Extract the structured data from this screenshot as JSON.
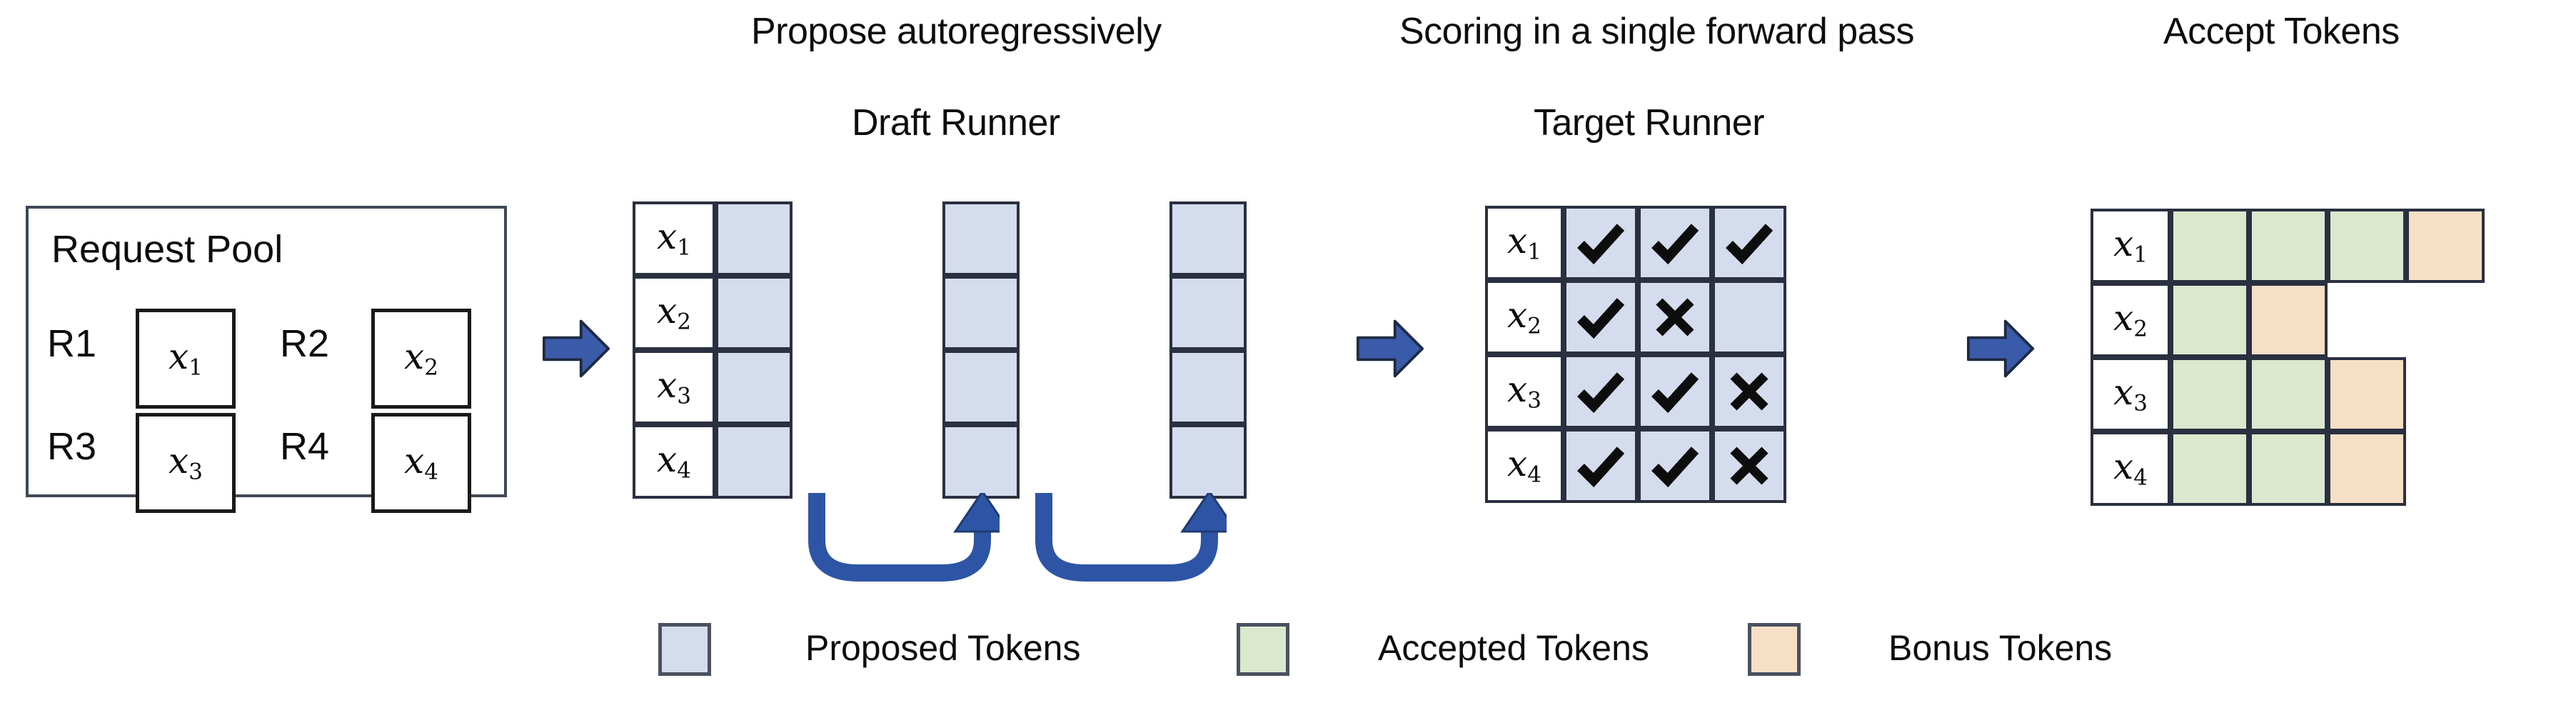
{
  "figure": {
    "background_color": "#ffffff",
    "stage_width": 3608,
    "stage_height": 984
  },
  "colors": {
    "proposed": "#d4dcee",
    "accepted": "#dce8ce",
    "bonus": "#f7dfc6",
    "arrow_blue": "#3a5ba9",
    "border_dark": "#2b3040",
    "text": "#0d0d0d"
  },
  "titles": {
    "propose": "Propose autoregressively",
    "draft_runner": "Draft Runner",
    "scoring": "Scoring in a single forward pass",
    "target_runner": "Target Runner",
    "accept_tokens": "Accept Tokens"
  },
  "request_pool": {
    "title": "Request Pool",
    "requests": [
      {
        "id": "R1",
        "token": "x",
        "index": "1"
      },
      {
        "id": "R2",
        "token": "x",
        "index": "2"
      },
      {
        "id": "R3",
        "token": "x",
        "index": "3"
      },
      {
        "id": "R4",
        "token": "x",
        "index": "4"
      }
    ]
  },
  "draft_runner": {
    "row_labels": [
      {
        "token": "x",
        "index": "1"
      },
      {
        "token": "x",
        "index": "2"
      },
      {
        "token": "x",
        "index": "3"
      },
      {
        "token": "x",
        "index": "4"
      }
    ],
    "step_count": 3,
    "cells_per_step": 4,
    "cell_type": "proposed",
    "loop_arrow_count": 2,
    "loop_arrow_name": "autoregressive-loop-arrow"
  },
  "target_runner": {
    "row_labels": [
      {
        "token": "x",
        "index": "1"
      },
      {
        "token": "x",
        "index": "2"
      },
      {
        "token": "x",
        "index": "3"
      },
      {
        "token": "x",
        "index": "4"
      }
    ],
    "columns": 3,
    "marks": [
      [
        "check",
        "check",
        "check"
      ],
      [
        "check",
        "cross",
        "none"
      ],
      [
        "check",
        "check",
        "cross"
      ],
      [
        "check",
        "check",
        "cross"
      ]
    ],
    "glyphs": {
      "check": "✔",
      "cross": "✖",
      "none": ""
    }
  },
  "accept_tokens": {
    "row_labels": [
      {
        "token": "x",
        "index": "1"
      },
      {
        "token": "x",
        "index": "2"
      },
      {
        "token": "x",
        "index": "3"
      },
      {
        "token": "x",
        "index": "4"
      }
    ],
    "rows": [
      [
        "accepted",
        "accepted",
        "accepted",
        "bonus"
      ],
      [
        "accepted",
        "bonus"
      ],
      [
        "accepted",
        "accepted",
        "bonus"
      ],
      [
        "accepted",
        "accepted",
        "bonus"
      ]
    ]
  },
  "legend": [
    {
      "swatch": "proposed",
      "label": "Proposed Tokens",
      "color": "#d4dcee"
    },
    {
      "swatch": "accepted",
      "label": "Accepted Tokens",
      "color": "#dce8ce"
    },
    {
      "swatch": "bonus",
      "label": "Bonus Tokens",
      "color": "#f7dfc6"
    }
  ],
  "flow_arrows": [
    {
      "name": "arrow-pool-to-draft"
    },
    {
      "name": "arrow-draft-to-target"
    },
    {
      "name": "arrow-target-to-accept"
    }
  ]
}
